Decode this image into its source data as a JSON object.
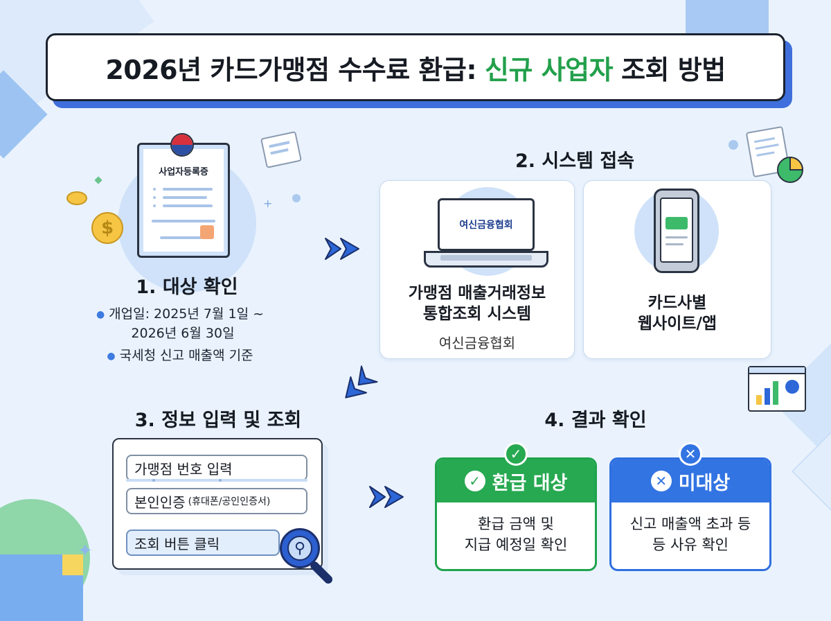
{
  "title": {
    "prefix": "2026년 카드가맹점 수수료 환급:",
    "accent": "신규 사업자",
    "suffix": "조회 방법"
  },
  "step1": {
    "heading": "1. 대상 확인",
    "certificate_label": "사업자등록증",
    "bullets": [
      {
        "line1": "개업일: 2025년 7월 1일 ~",
        "line2": "2026년 6월 30일"
      },
      {
        "line1": "국세청 신고 매출액 기준"
      }
    ]
  },
  "step2": {
    "heading": "2. 시스템 접속",
    "card1": {
      "screen_label": "여신금융협회",
      "title_line1": "가맹점 매출거래정보",
      "title_line2": "통합조회 시스템",
      "subtitle": "여신금융협회"
    },
    "card2": {
      "title_line1": "카드사별",
      "title_line2": "웹사이트/앱"
    }
  },
  "step3": {
    "heading": "3. 정보 입력 및 조회",
    "field1": "가맹점 번호 입력",
    "field2": "본인인증",
    "field2_note": "(휴대폰/공인인증서)",
    "field3": "조회 버튼 클릭"
  },
  "step4": {
    "heading": "4. 결과 확인",
    "eligible": {
      "label": "환급 대상",
      "line1": "환급 금액 및",
      "line2": "지급 예정일 확인"
    },
    "ineligible": {
      "label": "미대상",
      "line1": "신고 매출액 초과 등",
      "line2": "등 사유 확인"
    }
  },
  "icons": {
    "check": "✓",
    "cross": "✕",
    "search": "⚲",
    "dollar": "$"
  },
  "colors": {
    "accent_green": "#22a04b",
    "accent_blue": "#3374e3",
    "background": "#eaf3fd"
  }
}
